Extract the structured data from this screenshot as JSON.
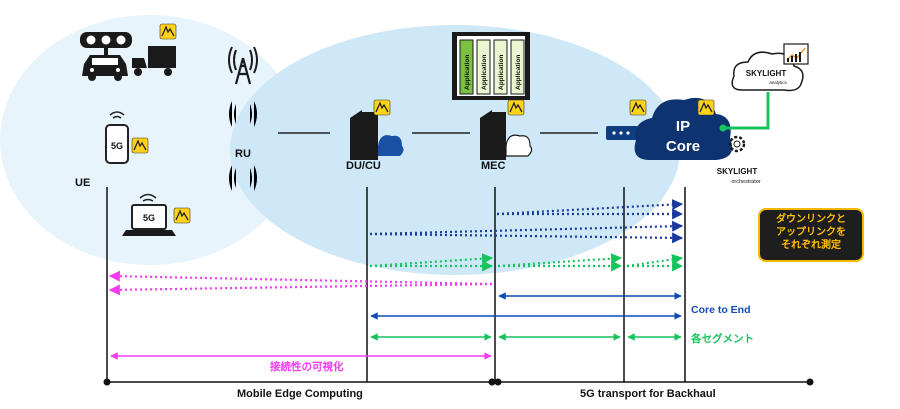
{
  "nodes": {
    "ue": "UE",
    "ru": "RU",
    "du_cu": "DU/CU",
    "mec": "MEC",
    "ip_core_line1": "IP",
    "ip_core_line2": "Core",
    "badge_5g": "5G"
  },
  "apps": [
    "Application",
    "Application",
    "Application",
    "Application"
  ],
  "skylight_analytics": {
    "brand": "SKYLIGHT",
    "sub": "analytics"
  },
  "skylight_orchestrator": {
    "brand": "SKYLIGHT",
    "sub": "orchestrator"
  },
  "callout": [
    "ダウンリンクと",
    "アップリンクを",
    "それぞれ測定"
  ],
  "measurements": {
    "core_to_end": "Core to End",
    "each_segment": "各セグメント",
    "visibility": "接続性の可視化"
  },
  "bottom": {
    "mec": "Mobile Edge Computing",
    "transport": "5G transport for Backhaul"
  },
  "colors": {
    "dark_blue": "#1c3a9e",
    "green": "#16c45e",
    "magenta": "#f23bf2",
    "blue_line": "#0f4bb5",
    "cloud_navy": "#0d3470",
    "bubble_light": "#e8f4fb",
    "bubble_blue": "#cfe8f7",
    "badge_yellow": "#ffd21a",
    "callout_bg": "#1e1e1e",
    "callout_text": "#ffc000"
  }
}
